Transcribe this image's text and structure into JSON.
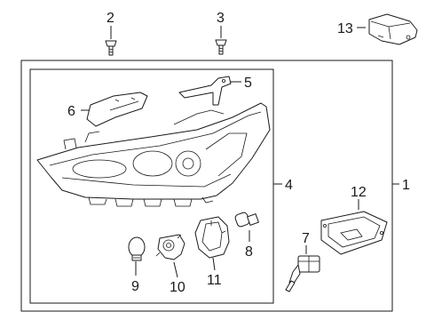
{
  "diagram": {
    "callouts": {
      "c1": "1",
      "c2": "2",
      "c3": "3",
      "c4": "4",
      "c5": "5",
      "c6": "6",
      "c7": "7",
      "c8": "8",
      "c9": "9",
      "c10": "10",
      "c11": "11",
      "c12": "12",
      "c13": "13"
    },
    "colors": {
      "line": "#1a1a1a",
      "background": "#ffffff"
    }
  }
}
